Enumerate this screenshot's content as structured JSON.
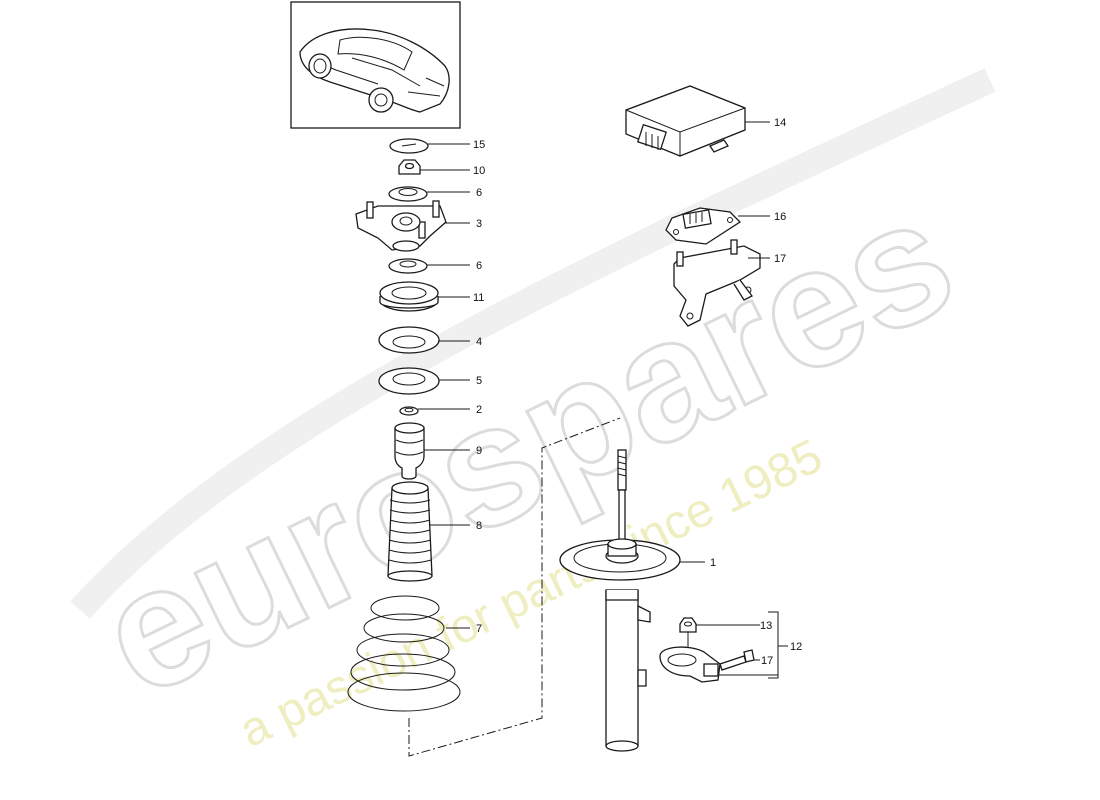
{
  "watermark": {
    "brand": "eurospares",
    "tagline": "a passion for parts since 1985",
    "brand_color": "#dcdcdc",
    "tagline_color": "#eeeec0"
  },
  "thumbnail": {
    "icon": "car-convertible-icon"
  },
  "callouts": [
    {
      "id": "15",
      "label": "15"
    },
    {
      "id": "10",
      "label": "10"
    },
    {
      "id": "6a",
      "label": "6"
    },
    {
      "id": "3",
      "label": "3"
    },
    {
      "id": "6b",
      "label": "6"
    },
    {
      "id": "11",
      "label": "11"
    },
    {
      "id": "4",
      "label": "4"
    },
    {
      "id": "5",
      "label": "5"
    },
    {
      "id": "2",
      "label": "2"
    },
    {
      "id": "9",
      "label": "9"
    },
    {
      "id": "8",
      "label": "8"
    },
    {
      "id": "7",
      "label": "7"
    },
    {
      "id": "14",
      "label": "14"
    },
    {
      "id": "16",
      "label": "16"
    },
    {
      "id": "17a",
      "label": "17"
    },
    {
      "id": "1",
      "label": "1"
    },
    {
      "id": "13",
      "label": "13"
    },
    {
      "id": "17b",
      "label": "17"
    },
    {
      "id": "12",
      "label": "12"
    }
  ]
}
